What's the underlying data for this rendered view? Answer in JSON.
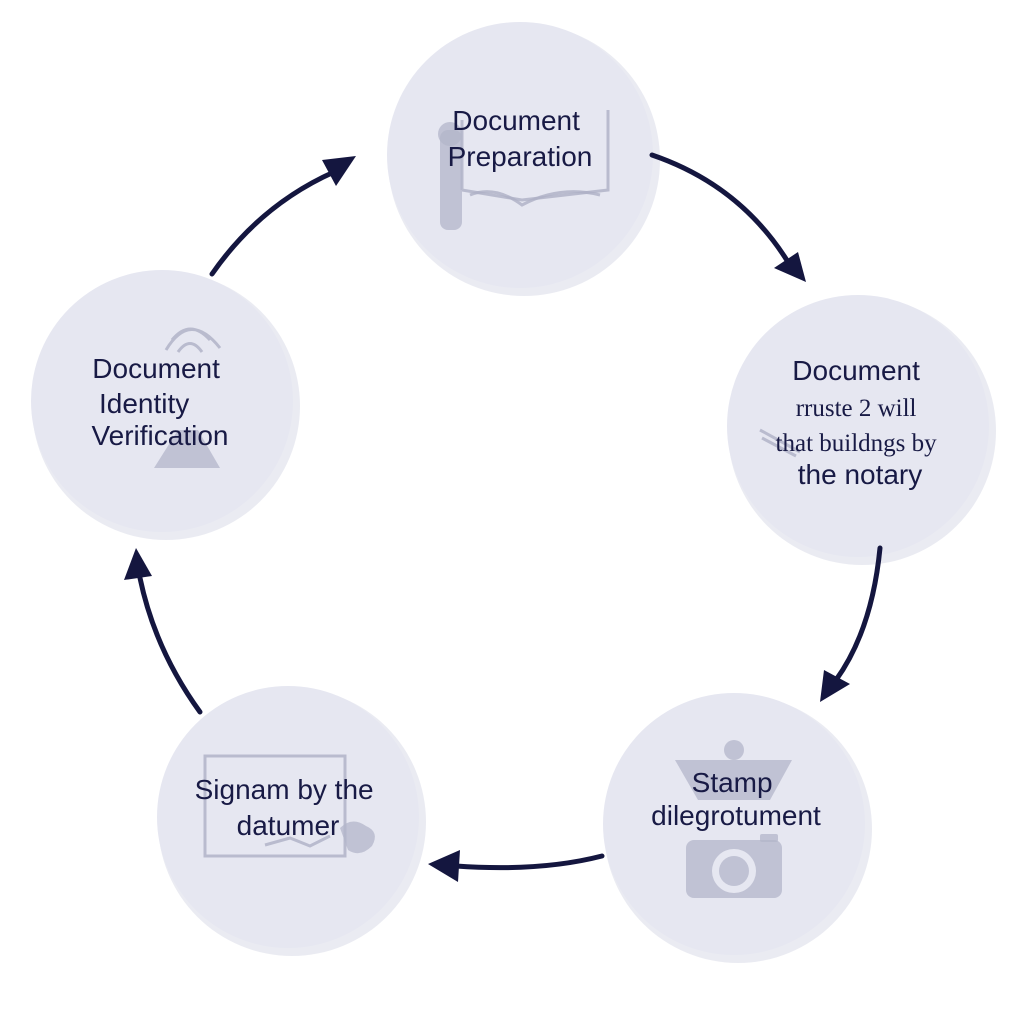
{
  "diagram": {
    "nodes": [
      {
        "id": "preparation",
        "lines": [
          "Document",
          "Preparation"
        ],
        "icon": "open-book-pen-icon"
      },
      {
        "id": "review",
        "lines": [
          "Document",
          "rruste 2 will",
          "that buildngs by",
          "the notary"
        ],
        "icon": "pen-icon"
      },
      {
        "id": "stamp",
        "lines": [
          "Stamp",
          "dilegrotument"
        ],
        "icon": "stamp-camera-icon"
      },
      {
        "id": "signing",
        "lines": [
          "Signam by the",
          "datumer"
        ],
        "icon": "signature-frame-icon"
      },
      {
        "id": "verification",
        "lines": [
          "Document",
          "Identity",
          "Verification"
        ],
        "icon": "fingerprint-person-icon"
      }
    ],
    "colors": {
      "circle_fill": "#e6e7f1",
      "arrow": "#14163f",
      "text": "#181a45",
      "icon": "#aeb0c6"
    }
  }
}
